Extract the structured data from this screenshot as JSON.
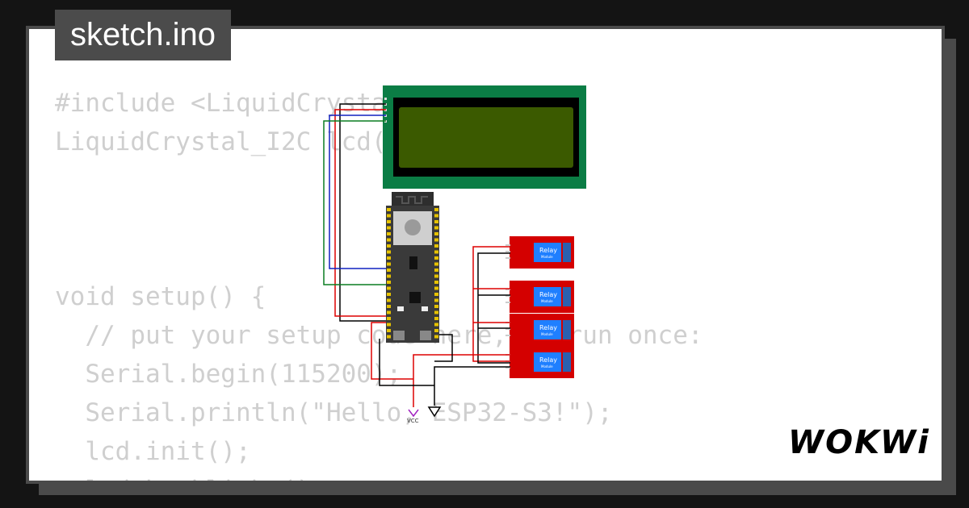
{
  "file_tab": {
    "label": "sketch.ino"
  },
  "code_lines": [
    "#include <LiquidCrystal_I2C.h>",
    "LiquidCrystal_I2C lcd(0x27, 20, 4);",
    "",
    "",
    "",
    "void setup() {",
    "  // put your setup code here, to run once:",
    "  Serial.begin(115200);",
    "  Serial.println(\"Hello, ESP32-S3!\");",
    "  lcd.init();",
    "  lcd.backlight();"
  ],
  "relays": [
    {
      "label": "Relay",
      "sub": "Module"
    },
    {
      "label": "Relay",
      "sub": "Module"
    },
    {
      "label": "Relay",
      "sub": "Module"
    },
    {
      "label": "Relay",
      "sub": "Module"
    }
  ],
  "power": {
    "vcc_label": "VCC"
  },
  "brand": {
    "logo_text": "WOKWi"
  },
  "colors": {
    "lcd_board": "#0b7d45",
    "lcd_screen": "#3b5a00",
    "relay_board": "#d40000",
    "relay_coil": "#1f7fff",
    "esp_board": "#3a3a3a"
  }
}
